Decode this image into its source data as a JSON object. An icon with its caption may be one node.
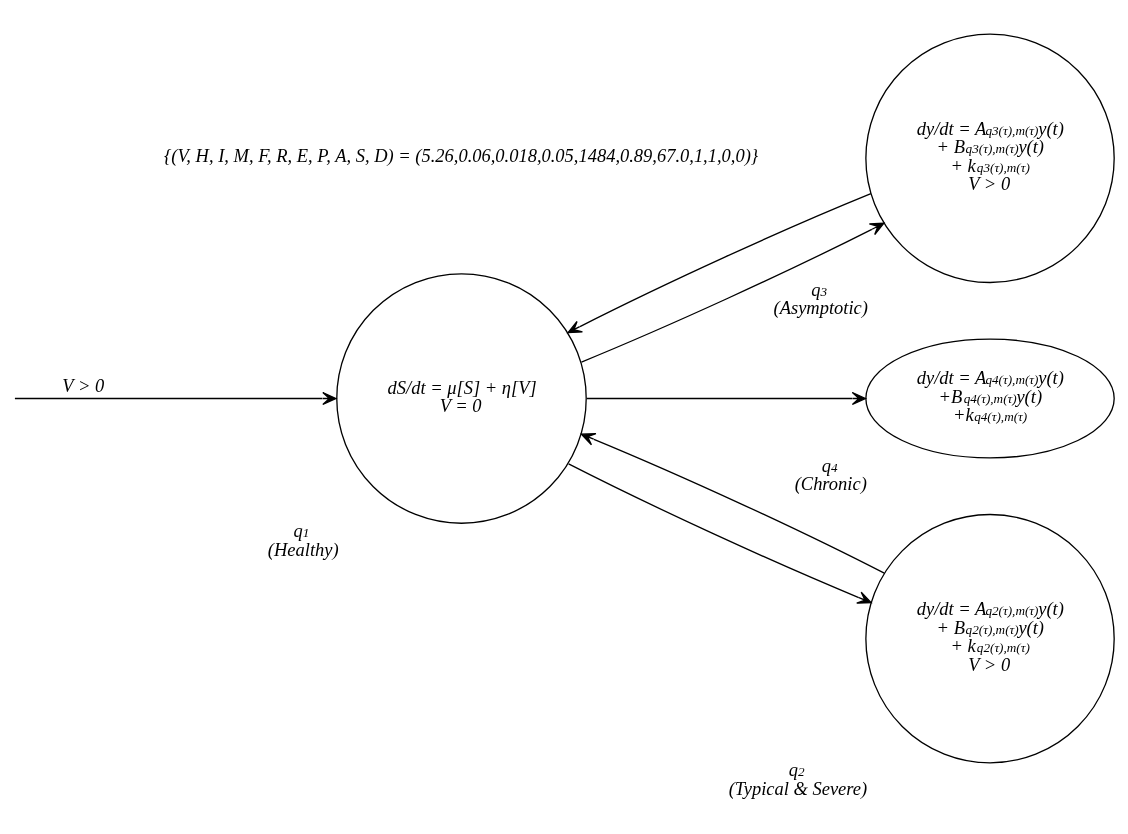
{
  "diagram": {
    "nodes": [
      {
        "text": [
          "dy/dt = A$_{q4(τ),m(τ)}$y(t)",
          "+B$_{q4(τ),m(τ)}$y(t)",
          "+k$_{q4(τ),m(τ)}$"
        ],
        "beside": [
          "q$_{4}$",
          "(Chronic)"
        ]
      },
      {
        "text": [
          "dy/dt = A$_{q3(τ),m(τ)}$y(t)",
          "+ B$_{q3(τ),m(τ)}$y(t)",
          "+ k$_{q3(τ),m(τ)}$",
          "V > 0"
        ],
        "beside": [
          "q$_{3}$",
          "(Asymptotic)"
        ]
      },
      {
        "text": [
          "dS/dt = μ[S] + η[V]",
          "V = 0"
        ],
        "beside": [
          "q$_{1}$",
          "(Healthy)"
        ]
      },
      {
        "text": [
          "dy/dt = A$_{q2(τ),m(τ)}$y(t)",
          "+ B$_{q2(τ),m(τ)}$y(t)",
          "+ k$_{q2(τ),m(τ)}$",
          "V > 0"
        ],
        "beside": [
          "q$_{2}$",
          "(Typical & Severe)"
        ]
      }
    ],
    "edges": [
      {
        "from": 2,
        "to": 0,
        "arrow": "to"
      },
      {
        "from": 1,
        "to": 2,
        "arrow": "to"
      },
      {
        "from": 2,
        "to": 1,
        "arrow": "to"
      },
      {
        "from": 3,
        "to": 2,
        "arrow": "to"
      },
      {
        "from": 2,
        "to": 3,
        "arrow": "to"
      },
      {
        "from": null,
        "to": 2,
        "arrow": "to",
        "label": "V > 0"
      }
    ],
    "labels": [
      "{(V, H, I, M, F, R, E, P, A, S, D) = (5.26,0.06,0.018,0.05,1484,0.89,67.0,1,1,0,0)}"
    ]
  }
}
